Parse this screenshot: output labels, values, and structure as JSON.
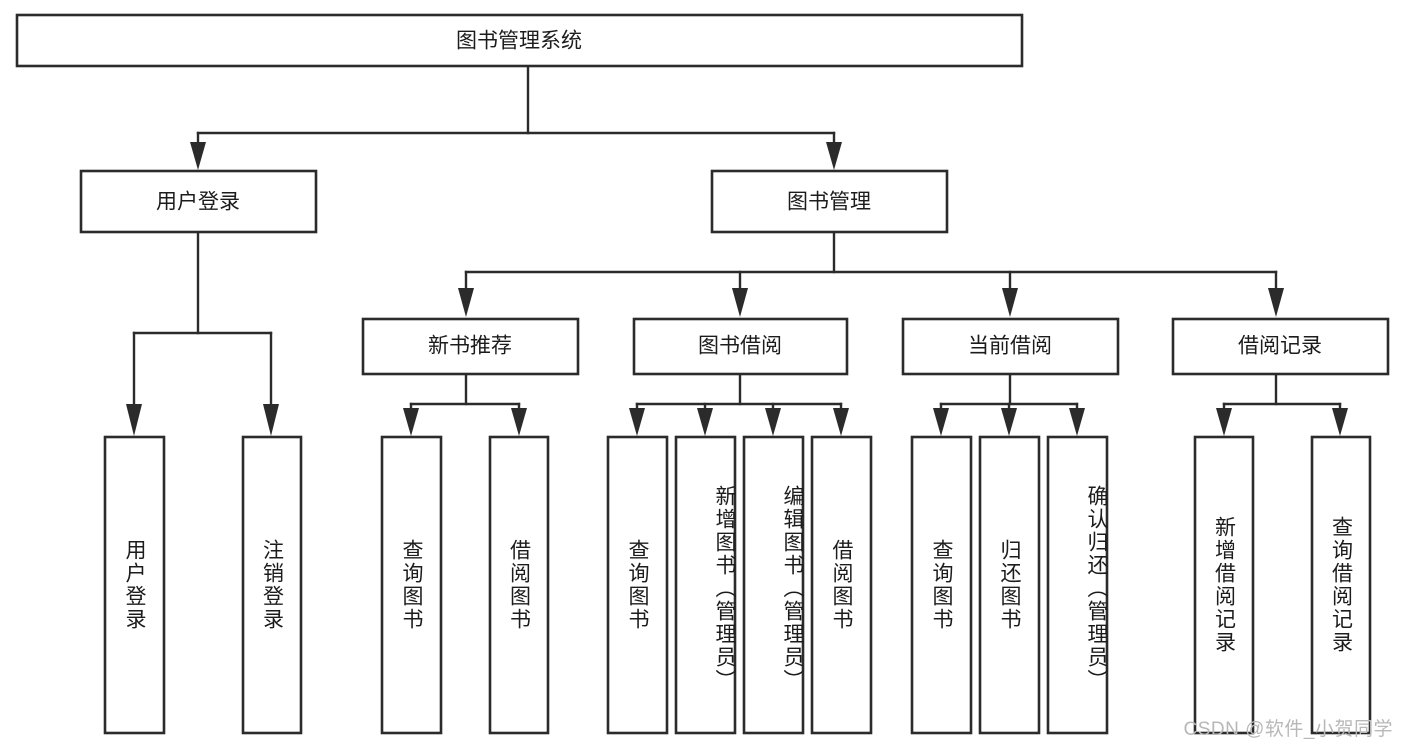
{
  "diagram": {
    "type": "tree",
    "title": "图书管理系统",
    "watermark": "CSDN @软件_小贺同学",
    "colors": {
      "box_stroke": "#2b2b2b",
      "box_fill": "#ffffff",
      "connector": "#2b2b2b",
      "text": "#1c1c1c",
      "watermark": "#b8b8b8",
      "background": "#ffffff"
    },
    "root": {
      "label": "图书管理系统"
    },
    "level2": [
      {
        "label": "用户登录"
      },
      {
        "label": "图书管理"
      }
    ],
    "level3": [
      {
        "label": "新书推荐"
      },
      {
        "label": "图书借阅"
      },
      {
        "label": "当前借阅"
      },
      {
        "label": "借阅记录"
      }
    ],
    "leaves": {
      "user_login": [
        {
          "label": "用户登录"
        },
        {
          "label": "注销登录"
        }
      ],
      "new_book_recommend": [
        {
          "label": "查询图书"
        },
        {
          "label": "借阅图书"
        }
      ],
      "book_borrow": [
        {
          "label": "查询图书"
        },
        {
          "label": "新增图书（管理员）"
        },
        {
          "label": "编辑图书（管理员）"
        },
        {
          "label": "借阅图书"
        }
      ],
      "current_borrow": [
        {
          "label": "查询图书"
        },
        {
          "label": "归还图书"
        },
        {
          "label": "确认归还（管理员）"
        }
      ],
      "borrow_record": [
        {
          "label": "新增借阅记录"
        },
        {
          "label": "查询借阅记录"
        }
      ]
    }
  }
}
